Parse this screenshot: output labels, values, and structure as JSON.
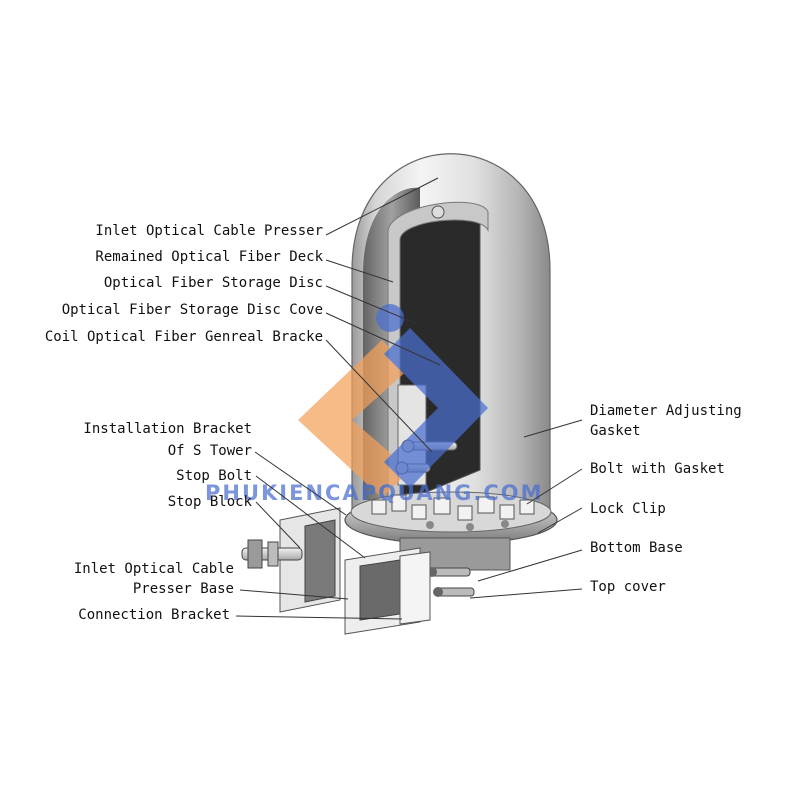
{
  "watermark": {
    "text": "PHUKIENCAPQUANG.COM",
    "colors": {
      "orange": "#f5a15a",
      "blue": "#4a6ed0"
    }
  },
  "labels": {
    "inlet_cable_presser": "Inlet Optical Cable Presser",
    "remained_fiber_deck": "Remained Optical Fiber Deck",
    "fiber_storage_disc": "Optical Fiber Storage Disc",
    "fiber_storage_disc_cove": "Optical Fiber Storage Disc Cove",
    "coil_fiber_bracket": "Coil Optical Fiber Genreal Bracke",
    "installation_bracket_1": "Installation Bracket",
    "installation_bracket_2": "Of S Tower",
    "stop_bolt": "Stop Bolt",
    "stop_block": "Stop Block",
    "inlet_presser_base_1": "Inlet Optical Cable",
    "inlet_presser_base_2": "Presser Base",
    "connection_bracket": "Connection Bracket",
    "diameter_gasket_1": "Diameter Adjusting",
    "diameter_gasket_2": "Gasket",
    "bolt_with_gasket": "Bolt with Gasket",
    "lock_clip": "Lock Clip",
    "bottom_base": "Bottom Base",
    "top_cover": "Top cover"
  }
}
